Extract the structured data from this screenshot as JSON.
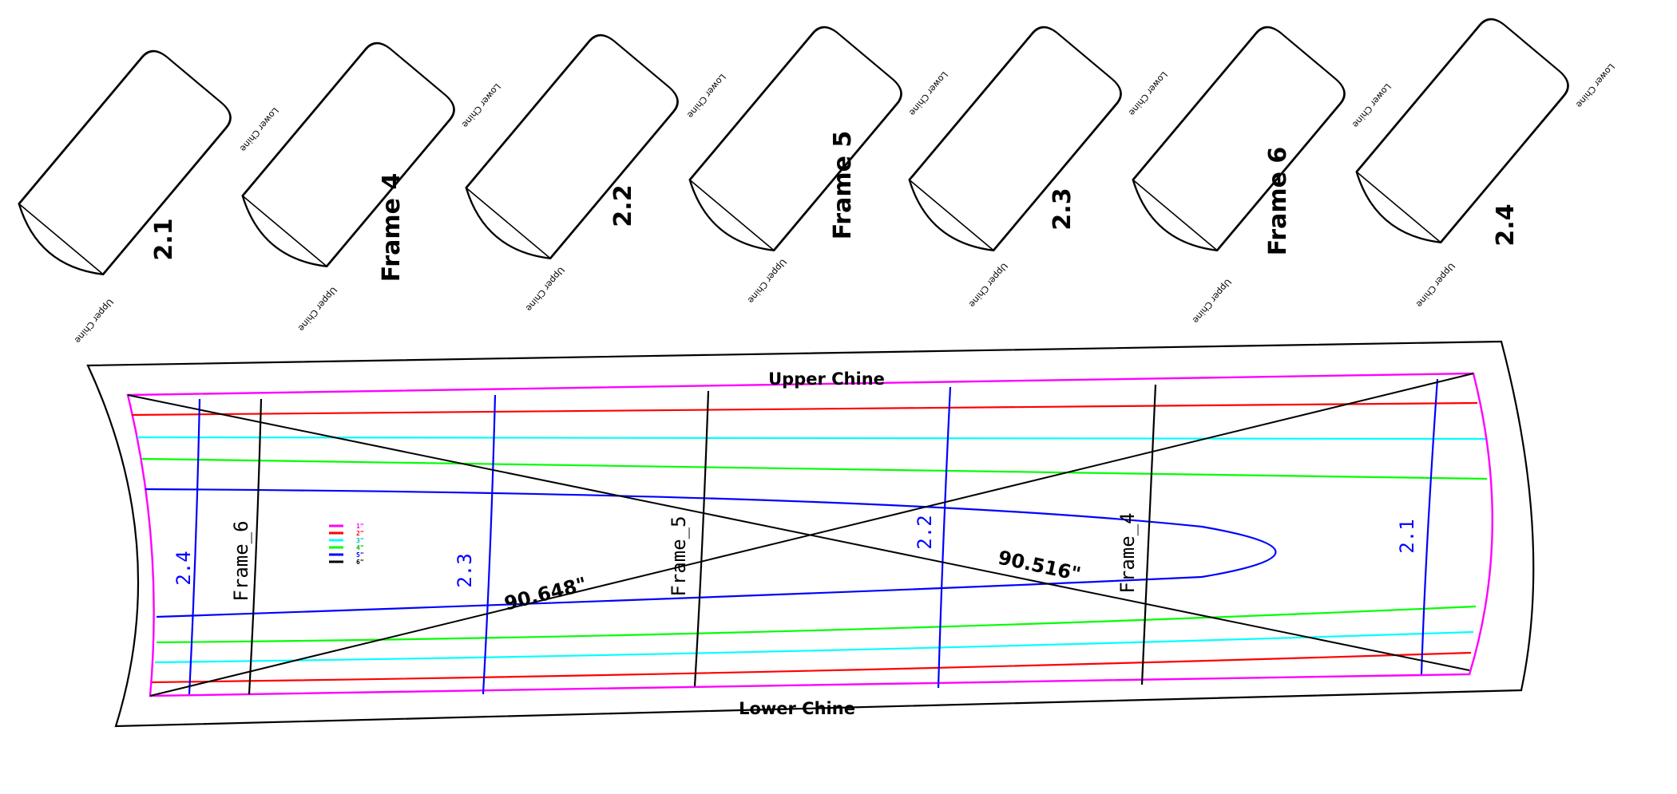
{
  "panels": [
    {
      "label": "2.1",
      "upper": "Upper Chine",
      "lower": "Lower Chine"
    },
    {
      "label": "Frame 4",
      "upper": "Upper Chine",
      "lower": "Lower Chine"
    },
    {
      "label": "2.2",
      "upper": "Upper Chine",
      "lower": "Lower Chine"
    },
    {
      "label": "Frame 5",
      "upper": "Upper Chine",
      "lower": "Lower Chine"
    },
    {
      "label": "2.3",
      "upper": "Upper Chine",
      "lower": "Lower Chine"
    },
    {
      "label": "Frame 6",
      "upper": "Upper Chine",
      "lower": "Lower Chine"
    },
    {
      "label": "2.4",
      "upper": "Upper Chine",
      "lower": "Lower Chine"
    }
  ],
  "main_panel": {
    "upper_edge_label": "Upper Chine",
    "lower_edge_label": "Lower Chine",
    "diagonal_a": "90.648\"",
    "diagonal_b": "90.516\"",
    "stations": [
      "2.4",
      "Frame_6",
      "2.3",
      "Frame_5",
      "2.2",
      "Frame_4",
      "2.1"
    ],
    "legend": [
      "1\"",
      "2\"",
      "3\"",
      "4\"",
      "5\"",
      "6\""
    ]
  },
  "colors": {
    "outline": "#000000",
    "magenta": "#ff00ff",
    "red": "#ff0000",
    "cyan": "#00ffff",
    "green": "#00ff00",
    "blue": "#0000ff"
  }
}
